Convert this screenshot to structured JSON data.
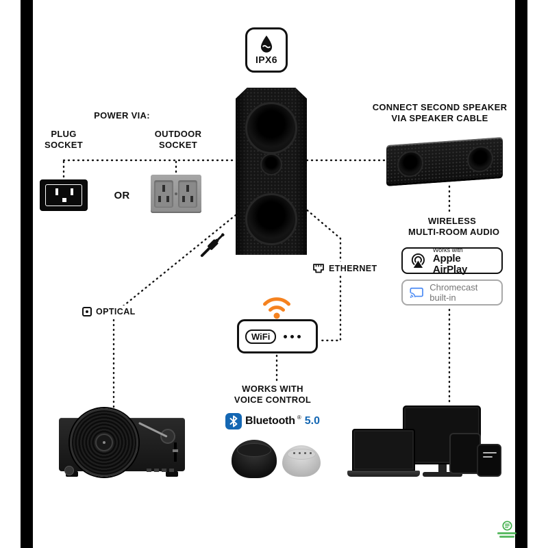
{
  "ipx6": {
    "label": "IPX6"
  },
  "power": {
    "heading": "POWER VIA:",
    "plug": {
      "line1": "PLUG",
      "line2": "SOCKET"
    },
    "or": "OR",
    "outdoor": {
      "line1": "OUTDOOR",
      "line2": "SOCKET"
    }
  },
  "second_speaker": {
    "line1": "CONNECT SECOND SPEAKER",
    "line2": "VIA SPEAKER CABLE"
  },
  "wireless": {
    "line1": "WIRELESS",
    "line2": "MULTI-ROOM AUDIO",
    "airplay": {
      "small": "Works with",
      "big": "Apple AirPlay"
    },
    "chromecast": {
      "label": "Chromecast built-in"
    }
  },
  "ethernet": {
    "label": "ETHERNET"
  },
  "optical": {
    "label": "OPTICAL"
  },
  "router": {
    "label": "WiFi"
  },
  "voice": {
    "line1": "WORKS WITH",
    "line2": "VOICE CONTROL",
    "bluetooth": {
      "word": "Bluetooth",
      "mark": "®",
      "version": "5.0"
    }
  },
  "colors": {
    "wifi_orange": "#f5821f",
    "bluetooth_blue": "#1467b3",
    "chromecast_gray": "#757575",
    "chromecast_blue": "#4a8af4",
    "watermark_green": "#3fae49",
    "diagram_black": "#111111"
  }
}
